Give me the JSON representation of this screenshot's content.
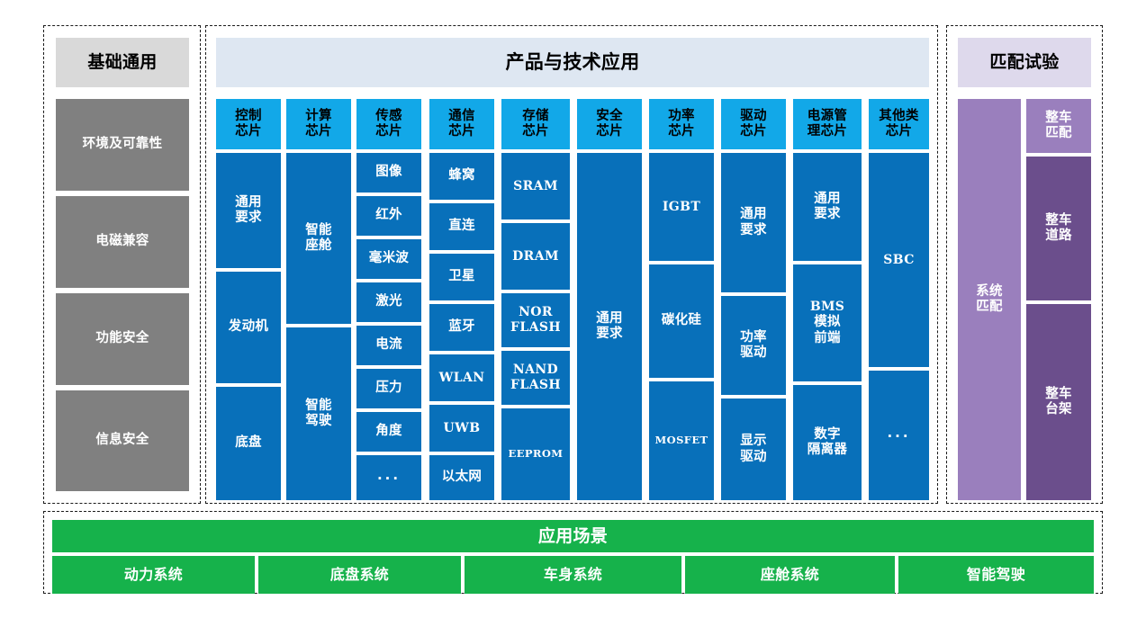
{
  "basic": {
    "header": "基础通用",
    "items": [
      {
        "label": "环境及可靠性"
      },
      {
        "label": "电磁兼容"
      },
      {
        "label": "功能安全"
      },
      {
        "label": "信息安全"
      }
    ]
  },
  "product": {
    "header": "产品与技术应用",
    "columns": [
      {
        "header": "控制\n芯片",
        "header_lines": [
          "控制",
          "芯片"
        ],
        "items": [
          {
            "label": "通用\n要求",
            "lines": [
              "通用",
              "要求"
            ]
          },
          {
            "label": "发动机",
            "lines": [
              "发动机"
            ]
          },
          {
            "label": "底盘",
            "lines": [
              "底盘"
            ]
          }
        ]
      },
      {
        "header_lines": [
          "计算",
          "芯片"
        ],
        "items": [
          {
            "lines": [
              "智能",
              "座舱"
            ]
          },
          {
            "lines": [
              "智能",
              "驾驶"
            ]
          }
        ]
      },
      {
        "header_lines": [
          "传感",
          "芯片"
        ],
        "items": [
          {
            "lines": [
              "图像"
            ]
          },
          {
            "lines": [
              "红外"
            ]
          },
          {
            "lines": [
              "毫米波"
            ]
          },
          {
            "lines": [
              "激光"
            ]
          },
          {
            "lines": [
              "电流"
            ]
          },
          {
            "lines": [
              "压力"
            ]
          },
          {
            "lines": [
              "角度"
            ]
          },
          {
            "lines": [
              "..."
            ],
            "style": "dots"
          }
        ]
      },
      {
        "header_lines": [
          "通信",
          "芯片"
        ],
        "items": [
          {
            "lines": [
              "蜂窝"
            ]
          },
          {
            "lines": [
              "直连"
            ]
          },
          {
            "lines": [
              "卫星"
            ]
          },
          {
            "lines": [
              "蓝牙"
            ]
          },
          {
            "lines": [
              "WLAN"
            ],
            "style": "latin"
          },
          {
            "lines": [
              "UWB"
            ],
            "style": "latin"
          },
          {
            "lines": [
              "以太网"
            ]
          }
        ]
      },
      {
        "header_lines": [
          "存储",
          "芯片"
        ],
        "items": [
          {
            "lines": [
              "SRAM"
            ],
            "style": "latin"
          },
          {
            "lines": [
              "DRAM"
            ],
            "style": "latin"
          },
          {
            "lines": [
              "NOR",
              "FLASH"
            ],
            "style": "latin"
          },
          {
            "lines": [
              "NAND",
              "FLASH"
            ],
            "style": "latin"
          },
          {
            "lines": [
              "EEPROM"
            ],
            "style": "latin-sm"
          }
        ]
      },
      {
        "header_lines": [
          "安全",
          "芯片"
        ],
        "items": [
          {
            "lines": [
              "通用",
              "要求"
            ]
          }
        ]
      },
      {
        "header_lines": [
          "功率",
          "芯片"
        ],
        "items": [
          {
            "lines": [
              "IGBT"
            ],
            "style": "latin"
          },
          {
            "lines": [
              "碳化硅"
            ]
          },
          {
            "lines": [
              "MOSFET"
            ],
            "style": "latin-sm"
          }
        ]
      },
      {
        "header_lines": [
          "驱动",
          "芯片"
        ],
        "items": [
          {
            "lines": [
              "通用",
              "要求"
            ]
          },
          {
            "lines": [
              "功率",
              "驱动"
            ]
          },
          {
            "lines": [
              "显示",
              "驱动"
            ]
          }
        ]
      },
      {
        "header_lines": [
          "电源管",
          "理芯片"
        ],
        "items": [
          {
            "lines": [
              "通用",
              "要求"
            ]
          },
          {
            "lines": [
              "BMS",
              "模拟",
              "前端"
            ]
          },
          {
            "lines": [
              "数字",
              "隔离器"
            ]
          }
        ]
      },
      {
        "header_lines": [
          "其他类",
          "芯片"
        ],
        "items": [
          {
            "lines": [
              "SBC"
            ],
            "style": "latin"
          },
          {
            "lines": [
              "..."
            ],
            "style": "dots"
          }
        ]
      }
    ]
  },
  "match": {
    "header": "匹配试验",
    "left": {
      "lines": [
        "系统",
        "匹配"
      ]
    },
    "right": [
      {
        "lines": [
          "整车",
          "匹配"
        ],
        "tone": "light"
      },
      {
        "lines": [
          "整车",
          "道路"
        ],
        "tone": "dark"
      },
      {
        "lines": [
          "整车",
          "台架"
        ],
        "tone": "dark"
      }
    ]
  },
  "scene": {
    "header": "应用场景",
    "items": [
      {
        "label": "动力系统"
      },
      {
        "label": "底盘系统"
      },
      {
        "label": "车身系统"
      },
      {
        "label": "座舱系统"
      },
      {
        "label": "智能驾驶"
      }
    ]
  },
  "colors": {
    "grey_header": "#d9d9d9",
    "grey_box": "#808080",
    "product_header": "#dee7f2",
    "chip_header": "#12a8e8",
    "chip_box": "#0870ba",
    "match_header": "#ded9ec",
    "purple_light": "#9a7fbd",
    "purple_dark": "#6b4e8c",
    "green": "#16b24b",
    "frame": "#1a1a1a"
  }
}
